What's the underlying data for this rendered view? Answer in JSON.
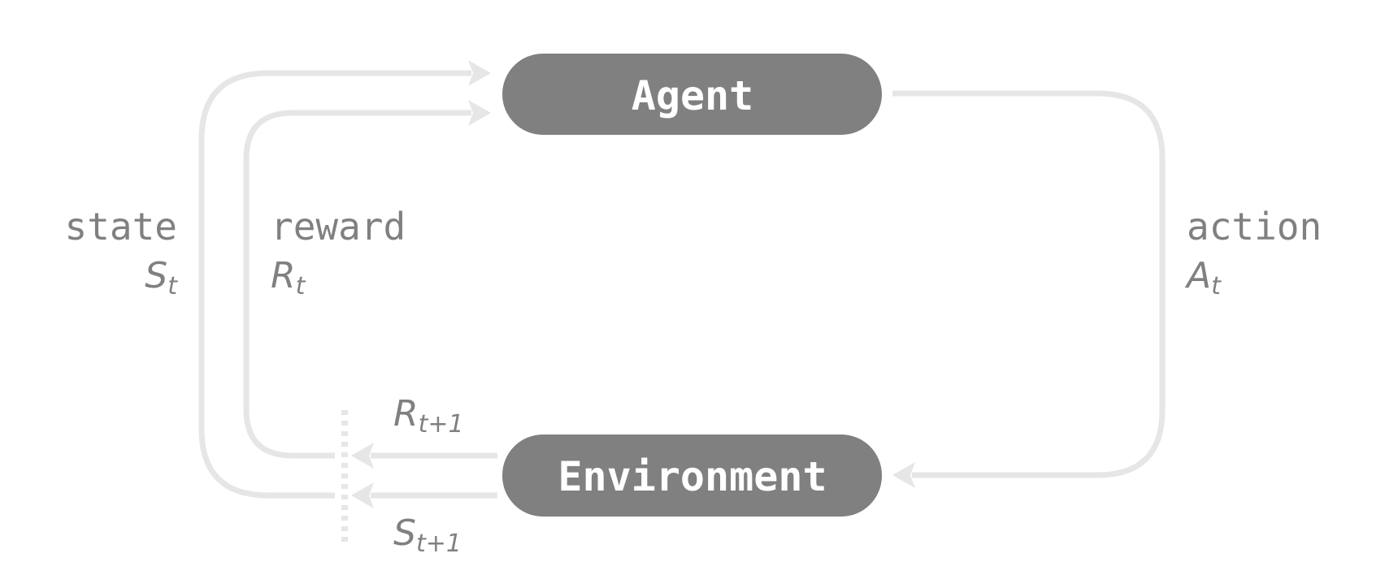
{
  "nodes": {
    "agent": "Agent",
    "environment": "Environment"
  },
  "signals": {
    "state": {
      "word": "state",
      "symbol": "S",
      "subscript": "t"
    },
    "reward": {
      "word": "reward",
      "symbol": "R",
      "subscript": "t"
    },
    "action": {
      "word": "action",
      "symbol": "A",
      "subscript": "t"
    },
    "next_reward": {
      "symbol": "R",
      "subscript": "t+1"
    },
    "next_state": {
      "symbol": "S",
      "subscript": "t+1"
    }
  },
  "colors": {
    "node_fill": "#808080",
    "node_text": "#ffffff",
    "arrow": "#e6e6e6",
    "label": "#808080"
  }
}
